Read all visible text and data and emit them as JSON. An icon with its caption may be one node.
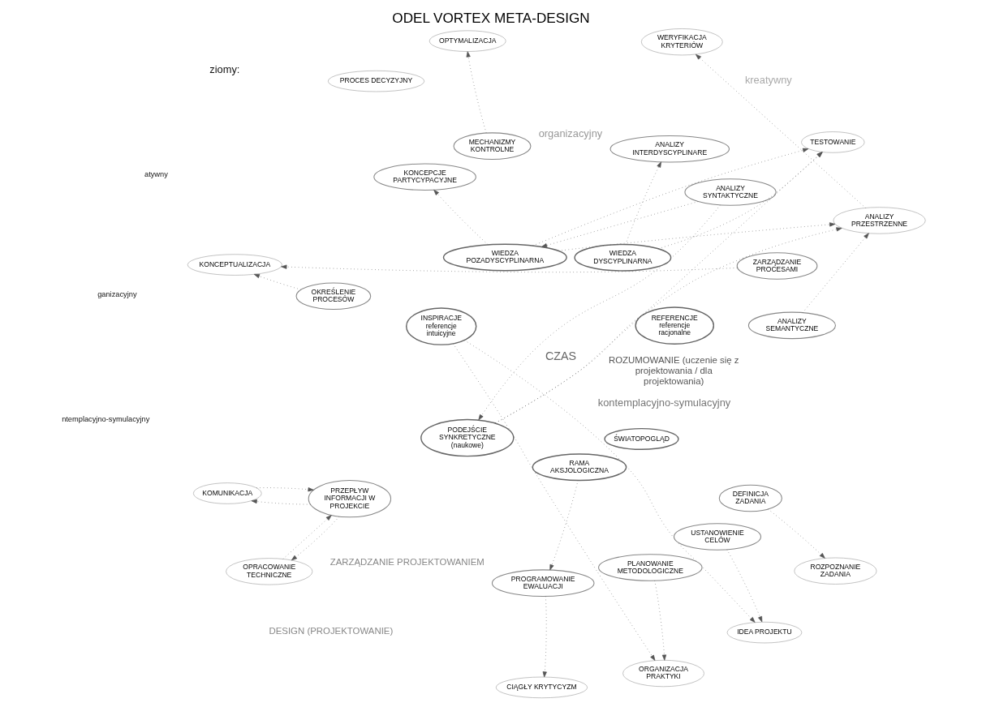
{
  "diagram": {
    "title": "ODEL VORTEX META-DESIGN",
    "nodes": [
      {
        "text": [
          "TESTOWANIE"
        ]
      },
      {
        "text": [
          "WERYFIKACJA KRYTERIÓW"
        ]
      },
      {
        "text": [
          "ANALIZY PRZESTRZENNE"
        ]
      },
      {
        "text": [
          "OPTYMALIZACJA"
        ]
      },
      {
        "text": [
          "ANALIZY SEMANTYCZNE"
        ]
      },
      {
        "text": [
          "ANALIZY SYNTAKTYCZNE"
        ]
      },
      {
        "text": [
          "PROCES DECYZYJNY"
        ]
      },
      {
        "text": [
          "KONCEPTUALIZACJA"
        ]
      },
      {
        "text": [
          "ANALIZY INTERDYSCYPLINARE"
        ]
      },
      {
        "text": [
          "ZARZĄDZANIE PROCESAMI"
        ]
      },
      {
        "text": [
          "MECHANIZMY KONTROLNE"
        ]
      },
      {
        "text": [
          "OKREŚLENIE PROCESÓW"
        ]
      },
      {
        "text": [
          "REFERENCJE",
          "referencje racjonalne"
        ]
      },
      {
        "text": [
          "WIEDZA DYSCYPLINARNA"
        ]
      },
      {
        "text": [
          "KONCEPCJE PARTYCYPACYJNE"
        ]
      },
      {
        "text": [
          "KOMUNIKACJA"
        ]
      },
      {
        "text": [
          "WIEDZA POZADYSCYPLINARNA"
        ]
      },
      {
        "text": [
          "INSPIRACJE",
          "referencje intuicyjne"
        ]
      },
      {
        "text": [
          "CIĄGŁY KRYTYCYZM"
        ]
      },
      {
        "text": [
          "PRZEPŁYW INFORMACJI W PROJEKCIE"
        ]
      },
      {
        "text": [
          "PODEJŚCIE SYNKRETYCZNE (naukowe)"
        ]
      },
      {
        "text": [
          "PROGRAMOWANIE EWALUACJI"
        ]
      },
      {
        "text": [
          "OPRACOWANIE TECHNICZNE"
        ]
      },
      {
        "text": [
          "RAMA AKSJOLOGICZNA"
        ]
      },
      {
        "text": [
          "PLANOWANIE METODOLOGICZNE"
        ]
      },
      {
        "text": [
          "ŚWIATOPOGLĄD"
        ]
      },
      {
        "text": [
          "ORGANIZACJA PRAKTYKI"
        ]
      },
      {
        "text": [
          "USTANOWIENIE CELÓW"
        ]
      },
      {
        "text": [
          "DEFINICJA ZADANIA"
        ]
      },
      {
        "text": [
          "IDEA PROJEKTU"
        ]
      },
      {
        "text": [
          "ROZPOZNANIE ZADANIA"
        ]
      }
    ],
    "edges": [
      {
        "from": 9,
        "to": 7,
        "arrow": "to"
      },
      {
        "from": 11,
        "to": 7,
        "arrow": "to"
      },
      {
        "from": 4,
        "to": 2,
        "arrow": "to"
      },
      {
        "from": 16,
        "to": 2,
        "arrow": "to"
      },
      {
        "from": 20,
        "to": 2,
        "arrow": "to"
      },
      {
        "from": 2,
        "to": 1,
        "arrow": "to"
      },
      {
        "from": 16,
        "to": 0,
        "arrow": "to"
      },
      {
        "from": 20,
        "to": 0,
        "arrow": "to"
      },
      {
        "from": 13,
        "to": 0,
        "arrow": "to"
      },
      {
        "from": 5,
        "to": 16,
        "arrow": "to"
      },
      {
        "from": 5,
        "to": 20,
        "arrow": "to"
      },
      {
        "from": 13,
        "to": 8,
        "arrow": "to"
      },
      {
        "from": 10,
        "to": 3,
        "arrow": "to"
      },
      {
        "from": 16,
        "to": 14,
        "arrow": "to"
      },
      {
        "from": 19,
        "to": 15,
        "arrow": "to"
      },
      {
        "from": 15,
        "to": 19,
        "arrow": "to"
      },
      {
        "from": 22,
        "to": 19,
        "arrow": "to"
      },
      {
        "from": 19,
        "to": 22,
        "arrow": "to"
      },
      {
        "from": 21,
        "to": 18,
        "arrow": "to"
      },
      {
        "from": 23,
        "to": 21,
        "arrow": "to"
      },
      {
        "from": 24,
        "to": 26,
        "arrow": "to"
      },
      {
        "from": 17,
        "to": 26,
        "arrow": "to"
      },
      {
        "from": 27,
        "to": 29,
        "arrow": "to"
      },
      {
        "from": 17,
        "to": 29,
        "arrow": "to"
      },
      {
        "from": 28,
        "to": 30,
        "arrow": "to"
      }
    ],
    "labels": [
      "ziomy:",
      "atywny",
      "ganizacyjny",
      "ntemplacyjno-symulacyjny",
      "kreatywny",
      "organizacyjny",
      "kontemplacyjno-symulacyjny",
      "CZAS",
      "ROZUMOWANIE (uczenie się z projektowania / dla projektowania)",
      "ZARZĄDZANIE PROJEKTOWANIEM",
      "DESIGN (PROJEKTOWANIE)"
    ]
  }
}
